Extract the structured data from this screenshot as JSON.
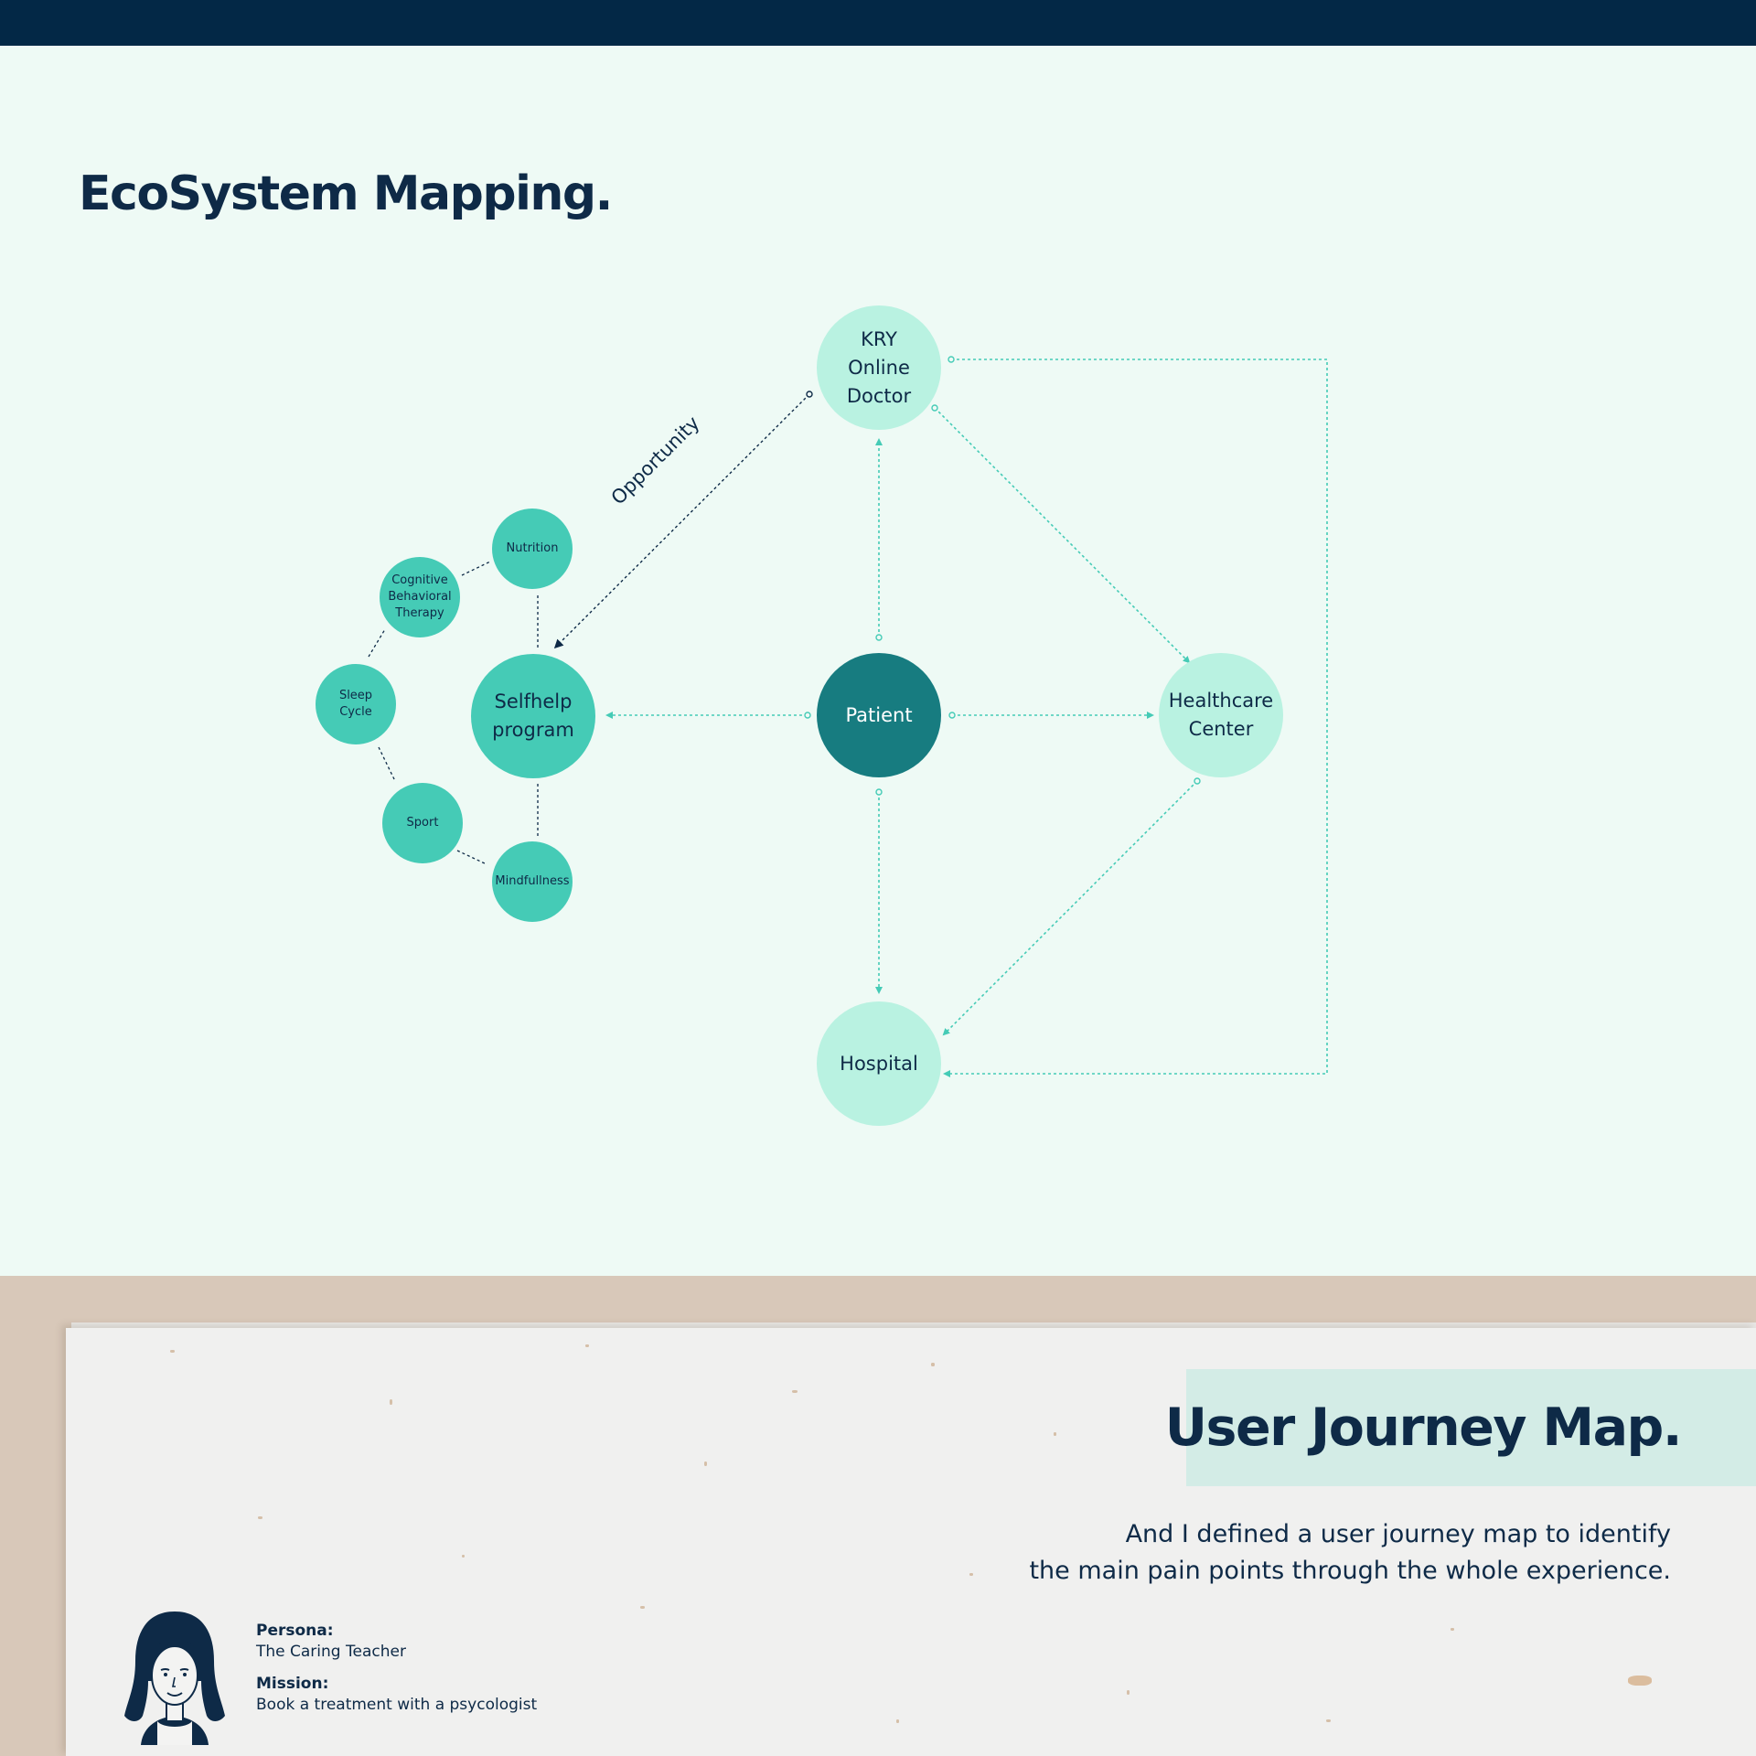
{
  "eco": {
    "title": "EcoSystem Mapping.",
    "nodes": {
      "kry": "KRY\nOnline\nDoctor",
      "patient": "Patient",
      "healthcare": "Healthcare\nCenter",
      "hospital": "Hospital",
      "selfhelp": "Selfhelp\nprogram",
      "nutrition": "Nutrition",
      "cbt": "Cognitive\nBehavioral\nTherapy",
      "sleep": "Sleep\nCycle",
      "sport": "Sport",
      "mindfulness": "Mindfullness"
    },
    "opportunity_label": "Opportunity"
  },
  "journey": {
    "title": "User Journey Map.",
    "description_line1": "And I defined a user journey map to identify",
    "description_line2": "the main pain points through the whole experience.",
    "persona_label": "Persona:",
    "persona_value": "The Caring Teacher",
    "mission_label": "Mission:",
    "mission_value": "Book a treatment with a psycologist"
  },
  "colors": {
    "navy": "#032846",
    "mint_background": "#eefaf5",
    "mint_node": "#b9f2e1",
    "teal_node": "#45cbb6",
    "patient_node": "#177c80",
    "connector": "#45cbb6",
    "paper": "#f0f0ef",
    "desk": "#d8c8b9"
  }
}
